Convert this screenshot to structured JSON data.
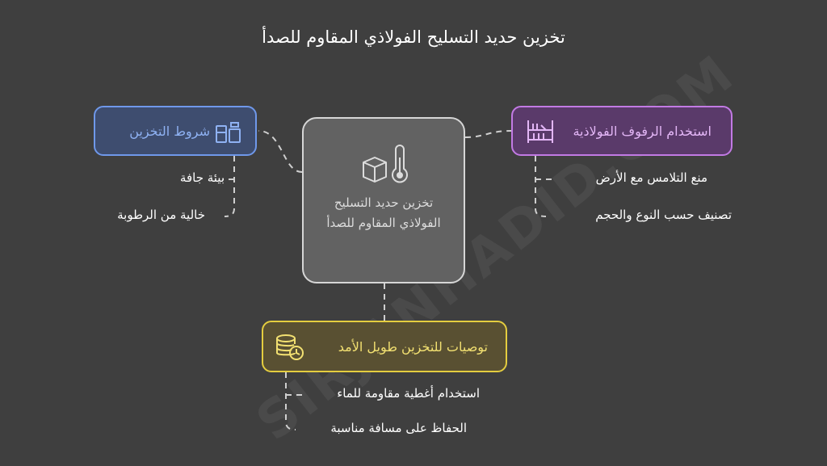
{
  "title": "تخزين حديد التسليح الفولاذي المقاوم للصدأ",
  "center": {
    "label": "تخزين حديد التسليح الفولاذي المقاوم للصدأ",
    "icons": [
      "box-icon",
      "thermometer-icon"
    ]
  },
  "categories": {
    "storage_conditions": {
      "label": "شروط التخزين",
      "icon": "containers-icon",
      "color": "#6f98ea",
      "items": [
        "بيئة جافة",
        "خالية من الرطوبة"
      ]
    },
    "steel_shelves": {
      "label": "استخدام الرفوف الفولاذية",
      "icon": "shelves-icon",
      "color": "#c27ae4",
      "items": [
        "منع التلامس مع الأرض",
        "تصنيف حسب النوع والحجم"
      ]
    },
    "long_term": {
      "label": "توصيات للتخزين طويل الأمد",
      "icon": "coins-clock-icon",
      "color": "#e4cd3f",
      "items": [
        "استخدام أغطية مقاومة للماء",
        "الحفاظ على مسافة مناسبة"
      ]
    }
  },
  "watermark": "SIRJANHADID.COM"
}
